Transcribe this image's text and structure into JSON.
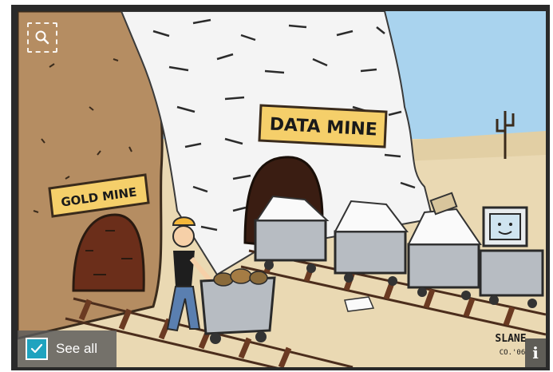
{
  "cartoon": {
    "data_mine_sign": "DATA MINE",
    "gold_mine_sign": "GOLD MINE",
    "signature_line1": "SLANE",
    "signature_line2": "CO.'06"
  },
  "controls": {
    "zoom_icon": "magnifier-icon",
    "see_all_label": "See all",
    "see_all_checked": true,
    "info_label": "i"
  },
  "colors": {
    "accent": "#1fa3bf",
    "sky": "#a9d3ee",
    "sand": "#ead9b3",
    "rock": "#b58d62"
  }
}
